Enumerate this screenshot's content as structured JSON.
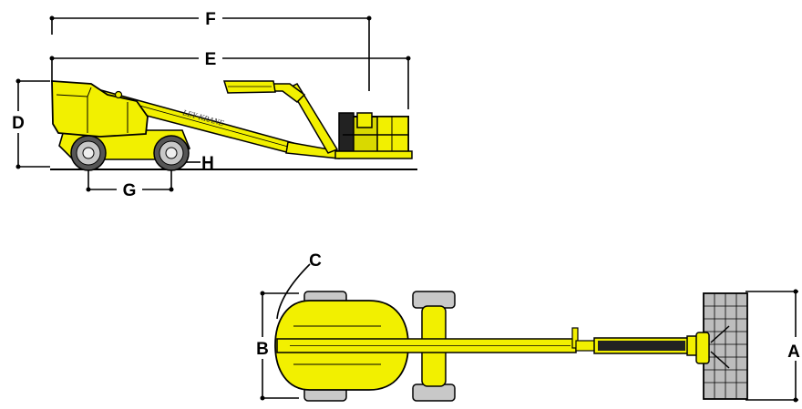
{
  "brand_text": "LEY-KRANE",
  "labels": {
    "a": "A",
    "b": "B",
    "c": "C",
    "d": "D",
    "e": "E",
    "f": "F",
    "g": "G",
    "h": "H"
  },
  "colors": {
    "machine_yellow": "#f2f000",
    "outline": "#000000",
    "tire_gray": "#c8c8c8",
    "platform_gray": "#bdbdbd"
  }
}
